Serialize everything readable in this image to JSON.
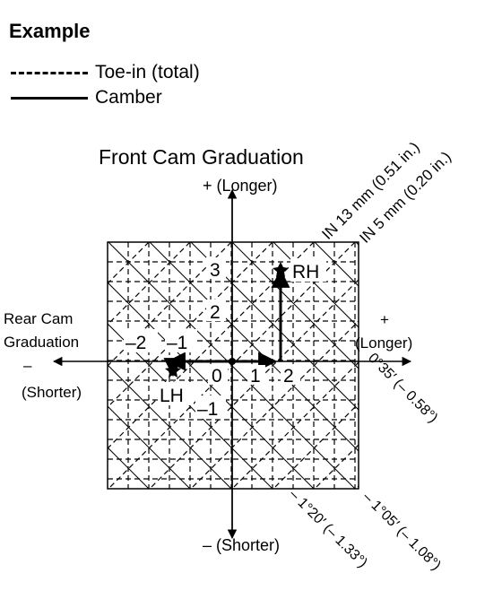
{
  "heading": "Example",
  "legend": {
    "toe_in": "Toe-in (total)",
    "camber": "Camber"
  },
  "front_cam": {
    "title": "Front Cam Graduation",
    "plus": "+ (Longer)",
    "minus": "– (Shorter)"
  },
  "rear_cam": {
    "title_line1": "Rear Cam",
    "title_line2": "Graduation",
    "minus_sign": "–",
    "minus": "(Shorter)",
    "plus_sign": "+",
    "plus": "(Longer)"
  },
  "toe_labels": {
    "in13": "IN 13 mm (0.51 in.)",
    "in5": "IN 5 mm (0.20 in.)"
  },
  "camber_labels": {
    "c1": "0°35′ (– 0.58°)",
    "c2": "– 1°05′ (– 1.08°)",
    "c3": "– 1°20′ (– 1.33°)"
  },
  "axis_numbers": {
    "y3": "3",
    "y2": "2",
    "ym1": "–1",
    "xm2": "–2",
    "xm1": "–1",
    "x0": "0",
    "x1": "1",
    "x2": "2"
  },
  "points": {
    "rh": "RH",
    "lh": "LH"
  }
}
